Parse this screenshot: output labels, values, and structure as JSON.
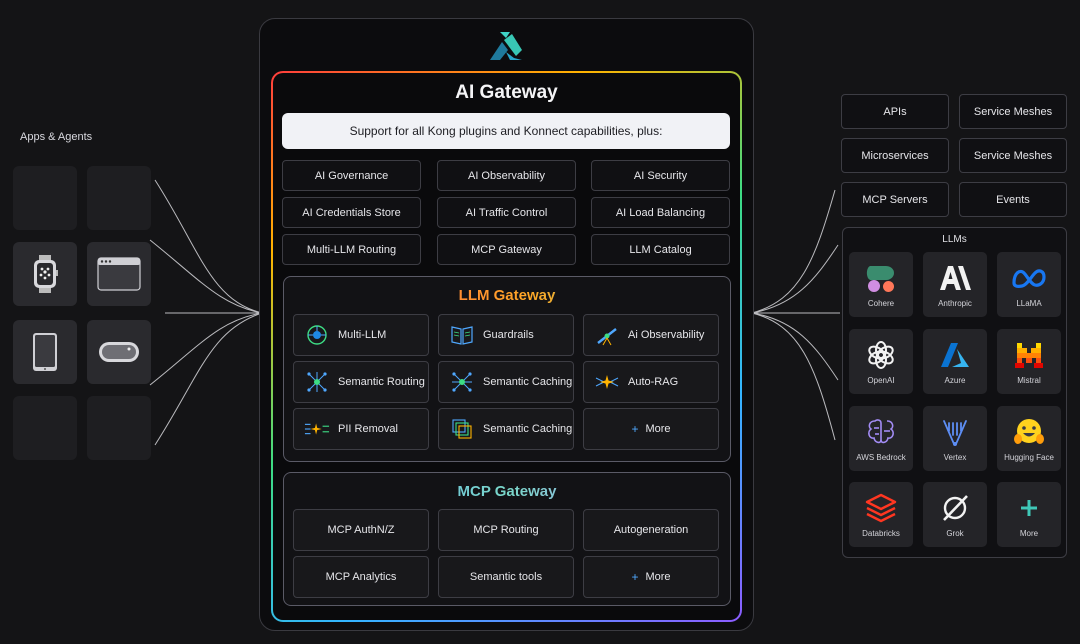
{
  "apps_label": "Apps & Agents",
  "gateway": {
    "title": "AI Gateway",
    "support_text": "Support for all Kong plugins and Konnect capabilities, plus:",
    "capabilities": [
      "AI Governance",
      "AI Observability",
      "AI Security",
      "AI Credentials Store",
      "AI Traffic Control",
      "AI Load Balancing",
      "Multi-LLM Routing",
      "MCP Gateway",
      "LLM Catalog"
    ]
  },
  "llm_gateway": {
    "title": "LLM Gateway",
    "features": [
      {
        "label": "Multi-LLM",
        "icon": "chip-icon"
      },
      {
        "label": "Guardrails",
        "icon": "book-icon"
      },
      {
        "label": "Ai Observability",
        "icon": "telescope-icon"
      },
      {
        "label": "Semantic Routing",
        "icon": "network-icon"
      },
      {
        "label": "Semantic Caching",
        "icon": "network-icon"
      },
      {
        "label": "Auto-RAG",
        "icon": "sparkle-icon"
      },
      {
        "label": "PII Removal",
        "icon": "redact-icon"
      },
      {
        "label": "Semantic Caching",
        "icon": "layers-icon"
      }
    ],
    "more_label": "More"
  },
  "mcp_gateway": {
    "title": "MCP Gateway",
    "features": [
      "MCP AuthN/Z",
      "MCP Routing",
      "Autogeneration",
      "MCP Analytics",
      "Semantic tools"
    ],
    "more_label": "More"
  },
  "services": [
    "APIs",
    "Service Meshes",
    "Microservices",
    "Service Meshes",
    "MCP Servers",
    "Events"
  ],
  "llms": {
    "title": "LLMs",
    "providers": [
      {
        "name": "Cohere",
        "icon": "cohere-icon"
      },
      {
        "name": "Anthropic",
        "icon": "anthropic-icon"
      },
      {
        "name": "LLaMA",
        "icon": "meta-icon"
      },
      {
        "name": "OpenAI",
        "icon": "openai-icon"
      },
      {
        "name": "Azure",
        "icon": "azure-icon"
      },
      {
        "name": "Mistral",
        "icon": "mistral-icon"
      },
      {
        "name": "AWS Bedrock",
        "icon": "bedrock-icon"
      },
      {
        "name": "Vertex",
        "icon": "vertex-icon"
      },
      {
        "name": "Hugging Face",
        "icon": "hugging-face-icon"
      },
      {
        "name": "Databricks",
        "icon": "databricks-icon"
      },
      {
        "name": "Grok",
        "icon": "grok-icon"
      },
      {
        "name": "More",
        "icon": "plus-icon"
      }
    ]
  },
  "colors": {
    "accent_blue": "#4fa8ff",
    "background": "#141416"
  }
}
